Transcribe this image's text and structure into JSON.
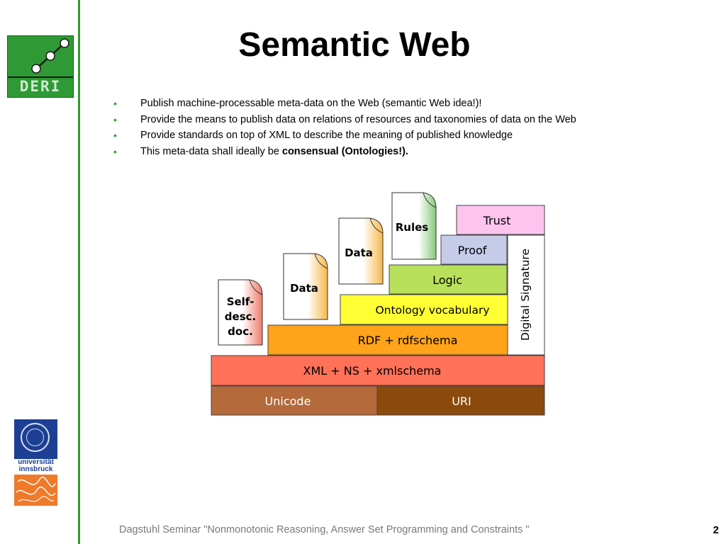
{
  "slide": {
    "title": "Semantic Web",
    "bullets": [
      {
        "text": "Publish machine-processable meta-data on the Web (semantic Web idea!)!",
        "bold": ""
      },
      {
        "text": "Provide the means to publish data on relations of resources and taxonomies of data on the Web",
        "bold": ""
      },
      {
        "text": "Provide standards on top of XML to describe the meaning of published knowledge",
        "bold": ""
      },
      {
        "text": "This meta-data shall ideally be ",
        "bold": "consensual (Ontologies!)."
      }
    ]
  },
  "logos": {
    "deri_text": "DERI",
    "university_line1": "universität",
    "university_line2": "innsbruck"
  },
  "stack": {
    "unicode": "Unicode",
    "uri": "URI",
    "xml": "XML + NS + xmlschema",
    "rdf": "RDF + rdfschema",
    "ontology": "Ontology vocabulary",
    "logic": "Logic",
    "proof": "Proof",
    "trust": "Trust",
    "signature": "Digital Signature",
    "doc_self_1": "Self-",
    "doc_self_2": "desc.",
    "doc_self_3": "doc.",
    "doc_data1": "Data",
    "doc_data2": "Data",
    "doc_rules": "Rules"
  },
  "colors": {
    "accent_green": "#2e9c2e",
    "unicode": "#b46a3a",
    "uri": "#8b4a0c",
    "xml": "#ff7158",
    "rdf": "#ffa31a",
    "ontology": "#ffff33",
    "logic": "#b8e05a",
    "proof": "#c6cbea",
    "trust": "#ffc3f0",
    "signature": "#ffffff"
  },
  "footer": {
    "text": "Dagstuhl Seminar \"Nonmonotonic Reasoning, Answer Set Programming and Constraints \"",
    "page": "2"
  }
}
